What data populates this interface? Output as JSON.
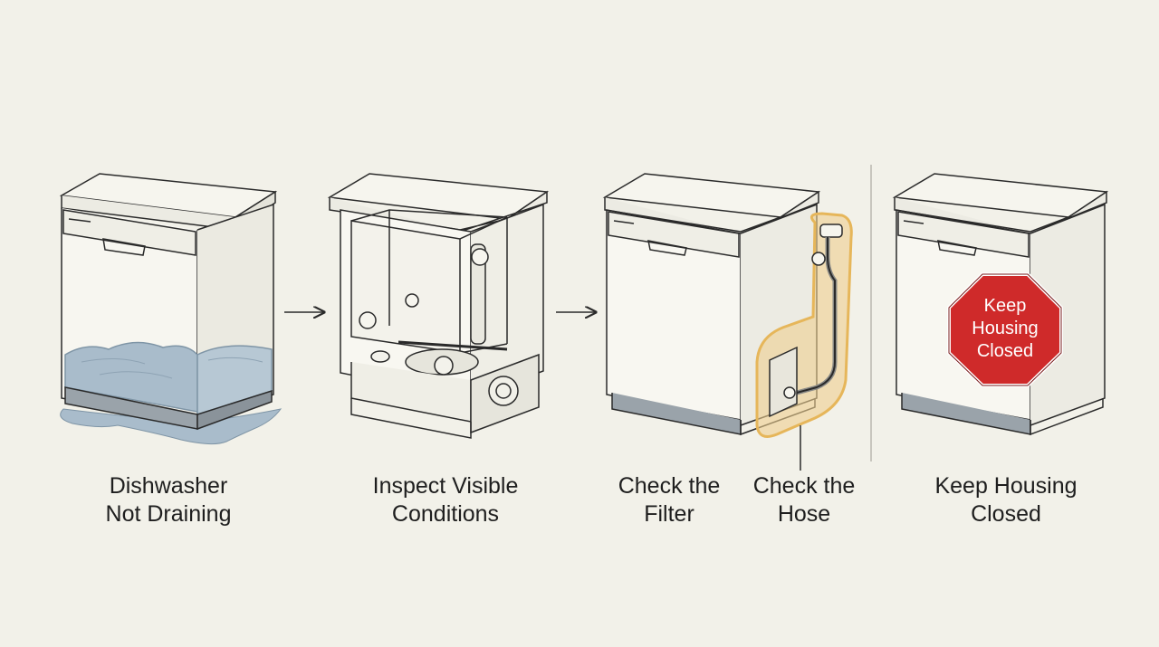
{
  "steps": [
    {
      "icon": "flooded-dishwasher-icon",
      "caption": "Dishwasher\nNot Draining"
    },
    {
      "icon": "open-dishwasher-icon",
      "caption": "Inspect Visible\nConditions"
    },
    {
      "icon": "closed-dishwasher-icon",
      "caption": "Check the\nFilter"
    },
    {
      "icon": "drain-hose-icon",
      "caption": "Check the\nHose"
    },
    {
      "icon": "stop-sign-icon",
      "caption": "Keep Housing\nClosed"
    }
  ],
  "stop_sign": {
    "text": "Keep\nHousing\nClosed"
  },
  "colors": {
    "background": "#f2f1e9",
    "ink": "#2a2a2a",
    "water": "#a9bccb",
    "hose_highlight": "#e6b65a",
    "stop_sign": "#cf2a2a"
  }
}
